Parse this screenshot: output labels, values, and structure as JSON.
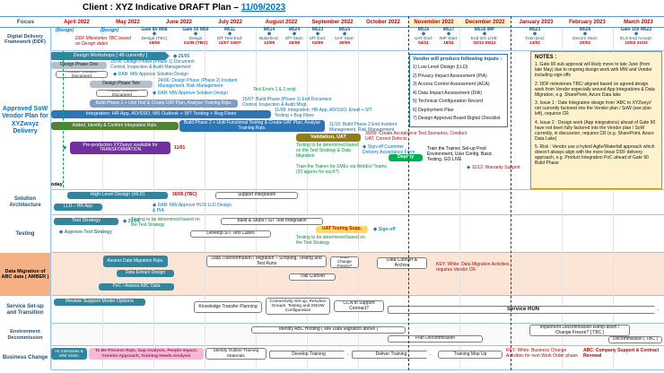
{
  "title": {
    "prefix": "Client : XYZ Indicative DRAFT Plan – ",
    "date": "11/09/2023"
  },
  "header": {
    "focus": "Focus",
    "months": [
      "April 2022",
      "May 2022",
      "June 2022",
      "July 2022",
      "August 2022",
      "September 2022",
      "October 2022",
      "November 2022",
      "December 2022",
      "January 2023",
      "February 2023",
      "March 2023"
    ]
  },
  "focus_rows": {
    "ddf": "Digital Delivery Framework (DDF)",
    "sow": "Approved SoW Vendor Plan for XYZwxyz Delivery",
    "solution": "Solution Architecture",
    "testing": "Testing",
    "data_migration": "Data Migration of ABC data ( AMBER )",
    "service": "Service Set-up and Transition",
    "environment": "Environment Decommission",
    "business": "Business Change"
  },
  "ddf": {
    "design_note_1": "(Design)",
    "design_note_2": "(Design)",
    "tbc_note": "DDF Milestones TBC based on Design dates",
    "milestones": [
      {
        "name": "Gate 80 M58",
        "sub": "Design (TBC)",
        "date": "15/06"
      },
      {
        "name": "Gate 50 M59",
        "sub": "Design",
        "date": "21/06 (TBC)"
      },
      {
        "name": "M511",
        "sub": "SfT Test End:",
        "date": "11/07 15/07"
      },
      {
        "name": "M514",
        "sub": "Build End:",
        "date": "12/08"
      },
      {
        "name": "M524",
        "sub": "SfT Start:",
        "date": "26/08"
      },
      {
        "name": "M513",
        "sub": "SfT End:",
        "date": "02/09"
      },
      {
        "name": "M515",
        "sub": "UAT Start:",
        "date": "30/09"
      },
      {
        "name": "M516",
        "sub": "UAT End:",
        "date": "04/11"
      },
      {
        "name": "M517",
        "sub": "IMP Start:",
        "date": "18/11"
      },
      {
        "name": "M518 IMP",
        "sub": "End GO LIVE:",
        "date": "02/12 05/12"
      },
      {
        "name": "M523",
        "sub": "Train End:",
        "date": "13/01"
      },
      {
        "name": "M528",
        "sub": "Decom Start:",
        "date": "20/02"
      },
      {
        "name": "Gate 100 M522",
        "sub": "ELS End Accept:",
        "date": "10/03 31/03"
      }
    ]
  },
  "sow": {
    "design_workshops": "Design Workshops [ 48 currently ]",
    "dw_date": "25/05",
    "design_phase_one": "Design Phase One",
    "dp1_note": "25/06: Design Phase (Phase 1) Document Control, Inspection & Audit Management",
    "finalise_solution_1": "Finalise Solution Document",
    "dab_1": "DAB: MW Approve Solution Design",
    "design_phase_two": "Design Phase Two",
    "dp2_note": "24/06: Design Phase (Phase 2) Incident Management, Risk Management",
    "finalise_solution_2": "Finalise Solution Document",
    "dab_2": "DAB: MW Approve Solution Design",
    "test_envts": "Test Envts 1 & 2 reqd",
    "build_phase_1": "Build Phase 1 + Unit Test & Create UAT Plan, Analyse Training Rqts.",
    "bp1_note": "15/07: Build Phase (Phase 1) End Document Control, Inspection & Audit Mngt",
    "integration": "Integration: HR App, AD/SSO, MS Outlook + SfT Testing + Bug Fixes",
    "integration_note": "11/08: Integration; HR App, AD/SSO, Email + SfT Testing + Bug Fixes",
    "added_integration": "Added, Identify & Confirm Integration Rqts.",
    "build_phase_2": "Build Phase 2 + Unit/ Functional Testing & Create UAT Plan, Analyse Training Rqts.",
    "bp2_note": "11/10: Build Phase 2 End Incident Management, Risk Management",
    "validation_uat": "Validation, UAT",
    "uat_note": "30/09: Create Acceptance Test Scenarios, Conduct UAT, Correct Defects",
    "preprod": "Pre-production XYZwxyz available for TRANSFORMATION",
    "preprod_date": "11/01",
    "testing_tbd": "Testing to be determined based on the Test Strategy & Data Migration",
    "signoff": "Sign-off Customer Delivery Acceptance Form",
    "ttt": "Train the Trainer for SMEs via WebEx/ Teams (20 approx for each?)",
    "deploy": "Deploy",
    "deploy_note": "Train the Trainer, Set-up Prod Environment, User Config. Basic Testing, GO LIVE",
    "warranty": "11/12: Warranty Support",
    "today": "today"
  },
  "vendor_box": {
    "title": "Vendor will produce following inputs :",
    "items": [
      "1) Low Level Design (LLD)",
      "2) Privacy Impact Assessment (PIA)",
      "3) Access Control Assessment (ACA)",
      "4) Data Impact Assessment (DIA)",
      "5) Technical Configuration Record",
      "6) Deployment Plan",
      "7) Design Approval Board Digital Checklist"
    ]
  },
  "notes_box": {
    "title": "NOTES :",
    "items": [
      "1. Gate 90 sub approval will likely move to late June (from late May) due to ongoing design work with MW and Vendor including sign-offs",
      "2. DDF milestones TBC/ aligned based on agreed design work from Vendor especially around App Integrations & Data Migration, e.g. SharePoint, Azure Data lake",
      "3. Issue 1 : Date Integration design from 'ABC to XYZwxyz' not currently factored into the Vendor plan / SoW (see plan left), requires CR",
      "4. Issue 2 : Design work (App integrations) ahead of Gate 90 have not been fully factored into the Vendor plan / SoW currently, in discussion, requires CR (e.g. SharePoint, Azure Data Lake)",
      "5. Risk : Vendor use a hybrid Agile/Waterfall approach which doesn't always align with the more linear DDF delivery approach, e.g. Product Integration PoC ahead of Gate 90 Build Phase"
    ]
  },
  "solution": {
    "hld": "High Level Design (HLD)",
    "hld_date": "30/05 (TBC)",
    "support_integration": "Support Integration",
    "lld": "LLD – HR App",
    "dab": "DAB: MW Approve HLD/ LLD Design & PIA"
  },
  "testing": {
    "test_strategy": "Test Strategy",
    "ts_date": "29/04",
    "approve_ts": "Approve Test Strategy",
    "tbd1": "Testing to be determined based on the Test Strategy",
    "build_stubs": "Build & Stubs / SIT Test Integration",
    "uat_supp": "UAT Testing Supp.",
    "develop_sit": "Develop SIT Test Cases",
    "tbd2": "Testing to be determined based on the Test Strategy",
    "signoff": "Sign-off"
  },
  "data_migration": {
    "assess": "Assess Data Migration Rqts.",
    "extract": "Data Extract Design",
    "poc": "PoC / Assess ABC Data",
    "transform": "Data Transformation / Migration – Scripting, Testing and Test Runs",
    "trail_cutover": "Trail Cutover",
    "freeze": "Data Change Freeze?",
    "cutover": "Data Cutover & Archive",
    "key": "KEY: White: Data Migration Activities requires Vendor CR"
  },
  "service": {
    "review": "Review Support Model Options",
    "kt": "Knowledge Transfer Planning",
    "connectivity": "Connectivity Set up, Resolver Groups, Testing and SNOW Configuration",
    "ccn": "CCN to Support Contract?",
    "run": "Service RUN"
  },
  "environment": {
    "identify": "Identify ABC Hosting ( see Data Migration above )",
    "plan": "Plan Decommission",
    "implement": "Implement Decommission Ramp-down / Change Freeze? [ TBC ]",
    "decommission": "Decommission ( TBC )"
  },
  "business": {
    "hl": "HL Interviews & MW Vision",
    "tobe": "To Be Process Rqts, Gap Analysis, People Impact, Comms Approach, Training Needs Analysis",
    "identify": "Identify Outline Training Materials",
    "develop": "Develop Training",
    "deliver": "Deliver Training",
    "mopup": "Training Mop Up",
    "key": "KEY: White: Business Change Activities for next Work Order phase",
    "abc": "ABC: Company Support & Contract Renewal"
  }
}
